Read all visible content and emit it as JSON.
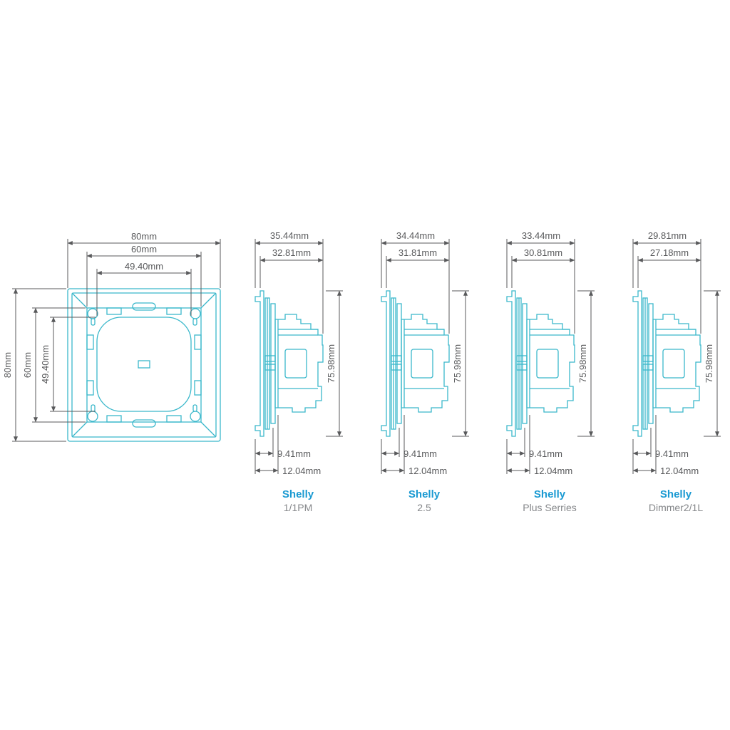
{
  "colors": {
    "drawing_line": "#3bb8cb",
    "dimension_line": "#58595b",
    "brand_blue": "#1b9ad2",
    "model_gray": "#85878a"
  },
  "frame_view": {
    "top_dims": [
      {
        "label": "80mm"
      },
      {
        "label": "60mm"
      },
      {
        "label": "49.40mm"
      }
    ],
    "left_dims": [
      {
        "label": "80mm"
      },
      {
        "label": "60mm"
      },
      {
        "label": "49.40mm"
      }
    ]
  },
  "devices": [
    {
      "brand": "Shelly",
      "model": "1/1PM",
      "width_outer": "35.44mm",
      "width_inner": "32.81mm",
      "height": "75.98mm",
      "depth_inner": "9.41mm",
      "depth_outer": "12.04mm"
    },
    {
      "brand": "Shelly",
      "model": "2.5",
      "width_outer": "34.44mm",
      "width_inner": "31.81mm",
      "height": "75.98mm",
      "depth_inner": "9.41mm",
      "depth_outer": "12.04mm"
    },
    {
      "brand": "Shelly",
      "model": "Plus Serries",
      "width_outer": "33.44mm",
      "width_inner": "30.81mm",
      "height": "75.98mm",
      "depth_inner": "9.41mm",
      "depth_outer": "12.04mm"
    },
    {
      "brand": "Shelly",
      "model": "Dimmer2/1L",
      "width_outer": "29.81mm",
      "width_inner": "27.18mm",
      "height": "75.98mm",
      "depth_inner": "9.41mm",
      "depth_outer": "12.04mm"
    }
  ]
}
